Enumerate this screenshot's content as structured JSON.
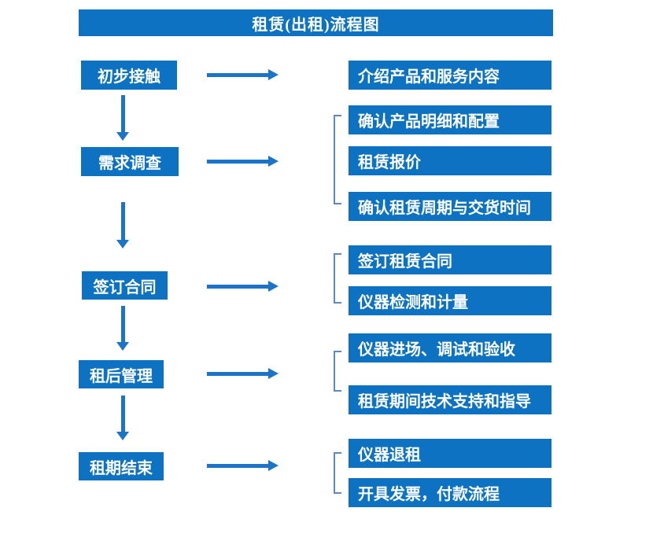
{
  "title": "租赁(出租)流程图",
  "colors": {
    "box_blue": "#0d72c1",
    "arrow_blue": "#1b74c9",
    "bracket_blue": "#5e89c0",
    "text_white": "#ffffff",
    "background": "#ffffff"
  },
  "steps": [
    {
      "label": "初步接触",
      "details": [
        "介绍产品和服务内容"
      ]
    },
    {
      "label": "需求调查",
      "details": [
        "确认产品明细和配置",
        "租赁报价",
        "确认租赁周期与交货时间"
      ]
    },
    {
      "label": "签订合同",
      "details": [
        "签订租赁合同",
        "仪器检测和计量"
      ]
    },
    {
      "label": "租后管理",
      "details": [
        "仪器进场、调试和验收",
        "租赁期间技术支持和指导"
      ]
    },
    {
      "label": "租期结束",
      "details": [
        "仪器退租",
        "开具发票，付款流程"
      ]
    }
  ]
}
